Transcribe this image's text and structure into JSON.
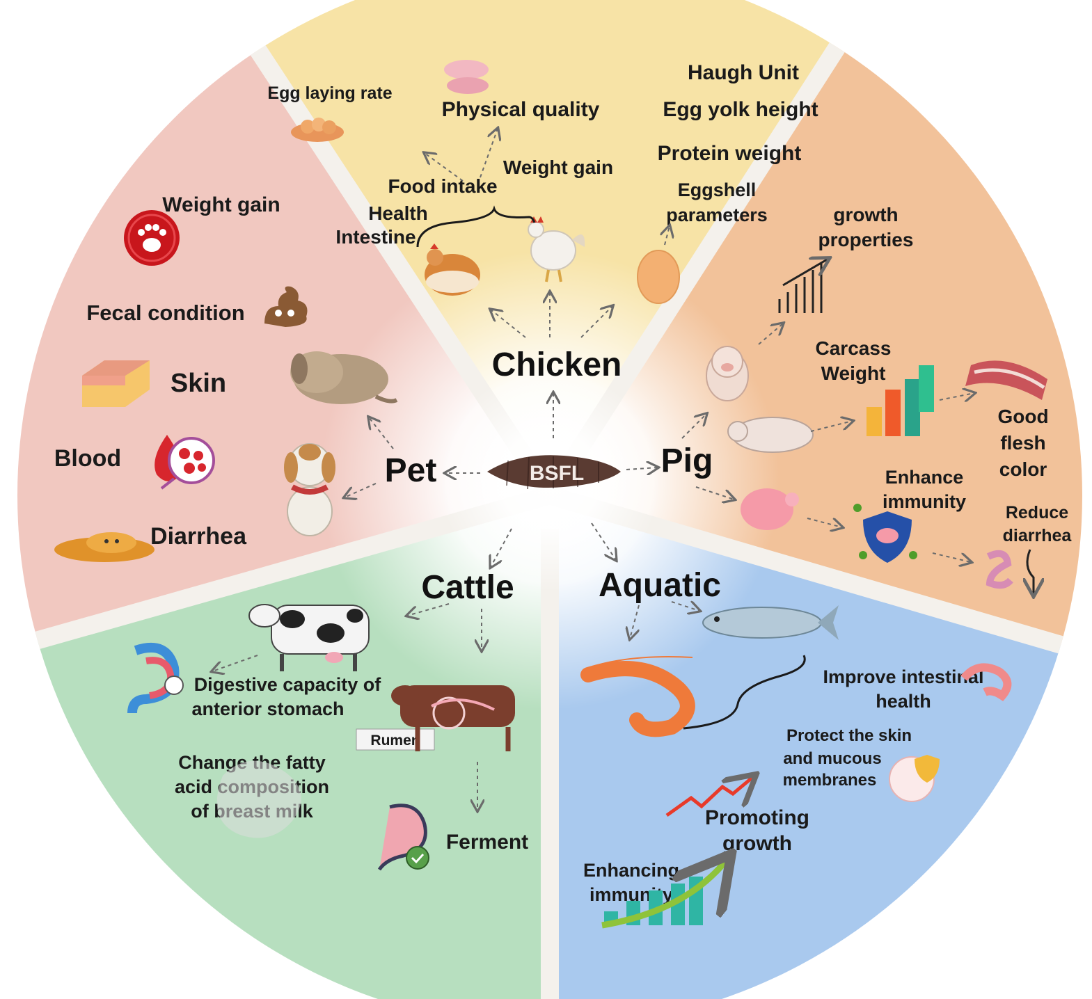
{
  "colors": {
    "pet": "#f1c8c0",
    "chicken": "#f7e3a6",
    "pig": "#f2c29a",
    "cattle": "#b7dfbf",
    "aquatic": "#a9c9ee",
    "divider": "#f4f1ec",
    "center": "#ffffff",
    "larva": "#5a3b32"
  },
  "center": {
    "label": "BSFL"
  },
  "sectors": {
    "chicken": {
      "title": "Chicken",
      "labels": [
        "Egg laying rate",
        "Physical quality",
        "Haugh Unit",
        "Egg yolk height",
        "Protein weight",
        "Weight gain",
        "Food intake",
        "Health",
        "Intestine",
        "Eggshell",
        "parameters"
      ]
    },
    "pet": {
      "title": "Pet",
      "labels": [
        "Weight gain",
        "Fecal condition",
        "Skin",
        "Blood",
        "Diarrhea"
      ]
    },
    "pig": {
      "title": "Pig",
      "labels": [
        "growth",
        "properties",
        "Carcass",
        "Weight",
        "Good",
        "flesh",
        "color",
        "Enhance",
        "immunity",
        "Reduce",
        "diarrhea"
      ]
    },
    "cattle": {
      "title": "Cattle",
      "labels": [
        "Digestive capacity of",
        "anterior stomach",
        "Rumen",
        "Change the fatty",
        "acid composition",
        "of breast milk",
        "Ferment"
      ]
    },
    "aquatic": {
      "title": "Aquatic",
      "labels": [
        "Improve intestinal",
        "health",
        "Protect the skin",
        "and mucous",
        "membranes",
        "Promoting",
        "growth",
        "Enhancing",
        "immunity"
      ]
    }
  }
}
